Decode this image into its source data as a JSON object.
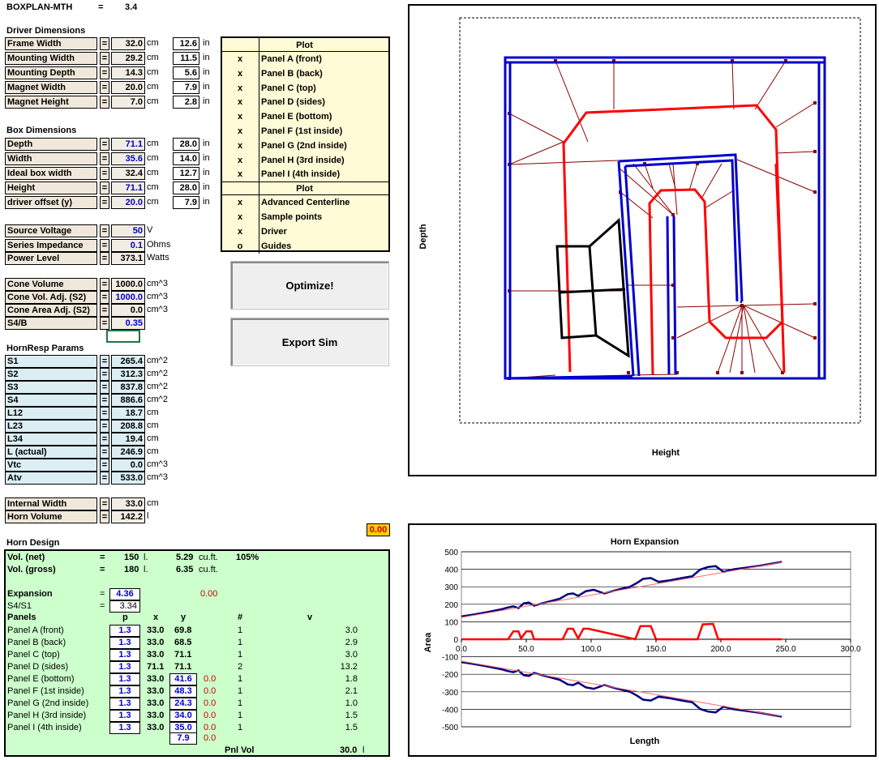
{
  "header": {
    "title": "BOXPLAN-MTH",
    "eq": "=",
    "version": "3.4"
  },
  "driver": {
    "section": "Driver Dimensions",
    "rows": [
      {
        "label": "Frame Width",
        "value": "32.0",
        "unit": "cm",
        "in_value": "12.6",
        "in_unit": "in"
      },
      {
        "label": "Mounting Width",
        "value": "29.2",
        "unit": "cm",
        "in_value": "11.5",
        "in_unit": "in"
      },
      {
        "label": "Mounting Depth",
        "value": "14.3",
        "unit": "cm",
        "in_value": "5.6",
        "in_unit": "in"
      },
      {
        "label": "Magnet Width",
        "value": "20.0",
        "unit": "cm",
        "in_value": "7.9",
        "in_unit": "in"
      },
      {
        "label": "Magnet Height",
        "value": "7.0",
        "unit": "cm",
        "in_value": "2.8",
        "in_unit": "in"
      }
    ]
  },
  "box": {
    "section": "Box Dimensions",
    "rows": [
      {
        "label": "Depth",
        "value": "71.1",
        "unit": "cm",
        "in_value": "28.0",
        "in_unit": "in",
        "blue": true
      },
      {
        "label": "Width",
        "value": "35.6",
        "unit": "cm",
        "in_value": "14.0",
        "in_unit": "in",
        "blue": true
      },
      {
        "label": "Ideal box width",
        "value": "32.4",
        "unit": "cm",
        "in_value": "12.7",
        "in_unit": "in",
        "blue": false
      },
      {
        "label": "Height",
        "value": "71.1",
        "unit": "cm",
        "in_value": "28.0",
        "in_unit": "in",
        "blue": true
      },
      {
        "label": "driver offset (y)",
        "value": "20.0",
        "unit": "cm",
        "in_value": "7.9",
        "in_unit": "in",
        "blue": true
      }
    ]
  },
  "power": {
    "rows": [
      {
        "label": "Source Voltage",
        "value": "50",
        "unit": "V",
        "blue": true
      },
      {
        "label": "Series Impedance",
        "value": "0.1",
        "unit": "Ohms",
        "blue": true
      },
      {
        "label": "Power Level",
        "value": "373.1",
        "unit": "Watts",
        "blue": false
      }
    ]
  },
  "cone": {
    "rows": [
      {
        "label": "Cone Volume",
        "value": "1000.0",
        "unit": "cm^3",
        "blue": false
      },
      {
        "label": "Cone Vol. Adj. (S2)",
        "value": "1000.0",
        "unit": "cm^3",
        "blue": true
      },
      {
        "label": "Cone Area Adj. (S2)",
        "value": "0.0",
        "unit": "cm^3",
        "blue": false
      },
      {
        "label": "S4/B",
        "value": "0.35",
        "unit": "",
        "blue": true
      }
    ]
  },
  "hornresp": {
    "section": "HornResp Params",
    "rows": [
      {
        "label": "S1",
        "value": "265.4",
        "unit": "cm^2"
      },
      {
        "label": "S2",
        "value": "312.3",
        "unit": "cm^2"
      },
      {
        "label": "S3",
        "value": "837.8",
        "unit": "cm^2"
      },
      {
        "label": "S4",
        "value": "886.6",
        "unit": "cm^2"
      },
      {
        "label": "L12",
        "value": "18.7",
        "unit": "cm"
      },
      {
        "label": "L23",
        "value": "208.8",
        "unit": "cm"
      },
      {
        "label": "L34",
        "value": "19.4",
        "unit": "cm"
      },
      {
        "label": "L (actual)",
        "value": "246.9",
        "unit": "cm"
      },
      {
        "label": "Vtc",
        "value": "0.0",
        "unit": "cm^3"
      },
      {
        "label": "Atv",
        "value": "533.0",
        "unit": "cm^3"
      }
    ]
  },
  "internal": {
    "rows": [
      {
        "label": "Internal Width",
        "value": "33.0",
        "unit": "cm"
      },
      {
        "label": "Horn Volume",
        "value": "142.2",
        "unit": "l"
      }
    ]
  },
  "plot_panel": {
    "header1": "Plot",
    "items1": [
      {
        "mark": "x",
        "label": "Panel A (front)"
      },
      {
        "mark": "x",
        "label": "Panel B (back)"
      },
      {
        "mark": "x",
        "label": "Panel C (top)"
      },
      {
        "mark": "x",
        "label": "Panel D (sides)"
      },
      {
        "mark": "x",
        "label": "Panel E (bottom)"
      },
      {
        "mark": "x",
        "label": "Panel F (1st inside)"
      },
      {
        "mark": "x",
        "label": "Panel G (2nd inside)"
      },
      {
        "mark": "x",
        "label": "Panel H (3rd inside)"
      },
      {
        "mark": "x",
        "label": "Panel I (4th inside)"
      }
    ],
    "header2": "Plot",
    "items2": [
      {
        "mark": "x",
        "label": "Advanced Centerline"
      },
      {
        "mark": "x",
        "label": "Sample points"
      },
      {
        "mark": "x",
        "label": "Driver"
      },
      {
        "mark": "o",
        "label": "Guides"
      }
    ]
  },
  "buttons": {
    "optimize": "Optimize!",
    "export": "Export Sim"
  },
  "status_cell": "0.00",
  "horn_design": {
    "section": "Horn Design",
    "vol_net": {
      "label": "Vol. (net)",
      "eq": "=",
      "l": "150",
      "lu": "l.",
      "cuft": "5.29",
      "cu": "cu.ft.",
      "pct": "105%"
    },
    "vol_gross": {
      "label": "Vol. (gross)",
      "eq": "=",
      "l": "180",
      "lu": "l.",
      "cuft": "6.35",
      "cu": "cu.ft."
    },
    "expansion": {
      "label": "Expansion",
      "eq": "=",
      "value": "4.36",
      "red": "0.00"
    },
    "s4s1": {
      "label": "S4/S1",
      "eq": "=",
      "value": "3.34"
    },
    "cols": {
      "panels": "Panels",
      "p": "p",
      "x": "x",
      "y": "y",
      "n": "#",
      "v": "v"
    },
    "panels": [
      {
        "name": "Panel A (front)",
        "p": "1.3",
        "x": "33.0",
        "y": "69.8",
        "extra": "",
        "n": "1",
        "v": "3.0",
        "ybox": false
      },
      {
        "name": "Panel B (back)",
        "p": "1.3",
        "x": "33.0",
        "y": "68.5",
        "extra": "",
        "n": "1",
        "v": "2.9",
        "ybox": false
      },
      {
        "name": "Panel C (top)",
        "p": "1.3",
        "x": "33.0",
        "y": "71.1",
        "extra": "",
        "n": "1",
        "v": "3.0",
        "ybox": false
      },
      {
        "name": "Panel D (sides)",
        "p": "1.3",
        "x": "71.1",
        "y": "71.1",
        "extra": "",
        "n": "2",
        "v": "13.2",
        "ybox": false
      },
      {
        "name": "Panel E (bottom)",
        "p": "1.3",
        "x": "33.0",
        "y": "41.6",
        "extra": "0.0",
        "n": "1",
        "v": "1.8",
        "ybox": true
      },
      {
        "name": "Panel F (1st inside)",
        "p": "1.3",
        "x": "33.0",
        "y": "48.3",
        "extra": "0.0",
        "n": "1",
        "v": "2.1",
        "ybox": true
      },
      {
        "name": "Panel G (2nd inside)",
        "p": "1.3",
        "x": "33.0",
        "y": "24.3",
        "extra": "0.0",
        "n": "1",
        "v": "1.0",
        "ybox": true
      },
      {
        "name": "Panel H (3rd inside)",
        "p": "1.3",
        "x": "33.0",
        "y": "34.0",
        "extra": "0.0",
        "n": "1",
        "v": "1.5",
        "ybox": true
      },
      {
        "name": "Panel I (4th inside)",
        "p": "1.3",
        "x": "33.0",
        "y": "35.0",
        "extra": "0.0",
        "n": "1",
        "v": "1.5",
        "ybox": true
      }
    ],
    "last_y": "7.9",
    "last_extra": "0.0",
    "pnl_vol_label": "Pnl Vol",
    "pnl_vol_value": "30.0",
    "pnl_vol_unit": "l"
  },
  "diagram": {
    "ylabel": "Depth",
    "xlabel": "Height"
  },
  "chart_data": {
    "type": "line",
    "title": "Horn Expansion",
    "xlabel": "Length",
    "ylabel": "Area",
    "xlim": [
      0,
      300
    ],
    "ylim": [
      -500,
      500
    ],
    "xticks": [
      "0.0",
      "50.0",
      "100.0",
      "150.0",
      "200.0",
      "250.0",
      "300.0"
    ],
    "yticks": [
      "500",
      "400",
      "300",
      "200",
      "100",
      "0",
      "-100",
      "-200",
      "-300",
      "-400",
      "-500"
    ],
    "grid": true,
    "series": [
      {
        "color": "#000080",
        "x": [
          0,
          10,
          20,
          30,
          36,
          40,
          44,
          48,
          52,
          56,
          62,
          70,
          76,
          82,
          86,
          90,
          96,
          102,
          110,
          120,
          130,
          136,
          140,
          146,
          152,
          160,
          170,
          178,
          184,
          190,
          196,
          202,
          210,
          220,
          230,
          247
        ],
        "y": [
          130,
          142,
          155,
          170,
          182,
          188,
          178,
          205,
          210,
          192,
          205,
          220,
          232,
          258,
          262,
          248,
          275,
          283,
          262,
          282,
          300,
          325,
          345,
          350,
          328,
          336,
          350,
          360,
          398,
          413,
          418,
          385,
          400,
          410,
          420,
          442
        ]
      },
      {
        "color": "#000080",
        "x": [
          0,
          10,
          20,
          30,
          36,
          40,
          44,
          48,
          52,
          56,
          62,
          70,
          76,
          82,
          86,
          90,
          96,
          102,
          110,
          120,
          130,
          136,
          140,
          146,
          152,
          160,
          170,
          178,
          184,
          190,
          196,
          202,
          210,
          220,
          230,
          247
        ],
        "y": [
          -130,
          -142,
          -155,
          -170,
          -182,
          -188,
          -178,
          -205,
          -210,
          -192,
          -205,
          -220,
          -232,
          -258,
          -262,
          -248,
          -275,
          -283,
          -262,
          -282,
          -300,
          -325,
          -345,
          -350,
          -328,
          -336,
          -350,
          -360,
          -398,
          -413,
          -418,
          -385,
          -400,
          -410,
          -420,
          -442
        ]
      },
      {
        "color": "#ff0000",
        "x": [
          0,
          36,
          40,
          44,
          46,
          50,
          54,
          56,
          78,
          82,
          86,
          90,
          94,
          98,
          134,
          138,
          146,
          150,
          182,
          186,
          194,
          198,
          247
        ],
        "y": [
          0,
          0,
          45,
          45,
          5,
          45,
          45,
          0,
          0,
          60,
          60,
          5,
          60,
          60,
          0,
          75,
          75,
          0,
          0,
          85,
          88,
          0,
          0
        ]
      },
      {
        "color": "#ff6666",
        "x": [
          0,
          247
        ],
        "y": [
          125,
          440
        ]
      },
      {
        "color": "#ff6666",
        "x": [
          0,
          247
        ],
        "y": [
          -125,
          -440
        ]
      }
    ]
  }
}
